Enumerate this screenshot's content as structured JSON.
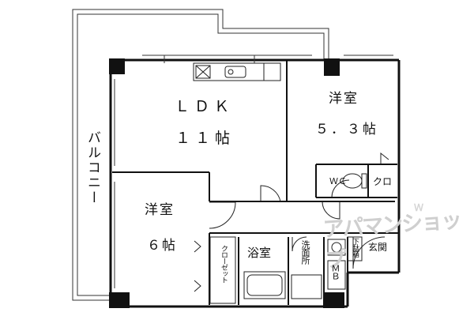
{
  "floorplan": {
    "balcony": "バルコニー",
    "ldk": {
      "name": "ＬＤＫ",
      "size": "１１帖"
    },
    "western_room_1": {
      "name": "洋室",
      "size": "５．３帖"
    },
    "western_room_2": {
      "name": "洋室",
      "size": "６帖"
    },
    "wc": "ＷＣ",
    "closet_small": "クロ",
    "closet_large": "クローゼット",
    "bathroom": "浴室",
    "washroom": "洗面所",
    "entrance": "玄関",
    "shoe_box": "下駄箱",
    "meter_box": "ＭＢ"
  },
  "watermark": {
    "main": "アパマンショップ",
    "sub": "Ｗ"
  }
}
